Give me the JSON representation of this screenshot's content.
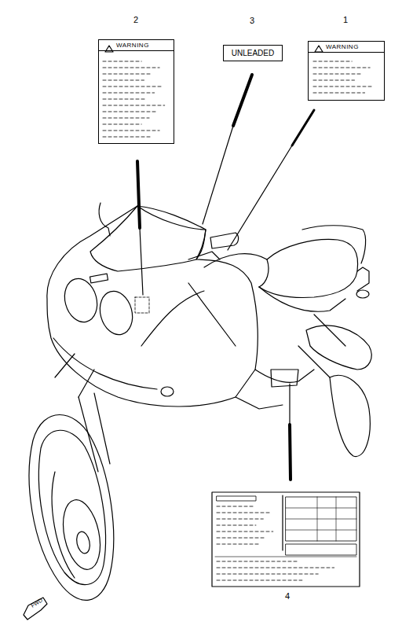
{
  "diagram": {
    "nodes": [
      {
        "text": [
          "WARNING"
        ]
      },
      {
        "text": [
          "UNLEADED"
        ]
      },
      {
        "text": [
          "WARNING"
        ]
      }
    ],
    "labels": [
      "2",
      "3",
      "1",
      "4",
      "FWD"
    ]
  }
}
